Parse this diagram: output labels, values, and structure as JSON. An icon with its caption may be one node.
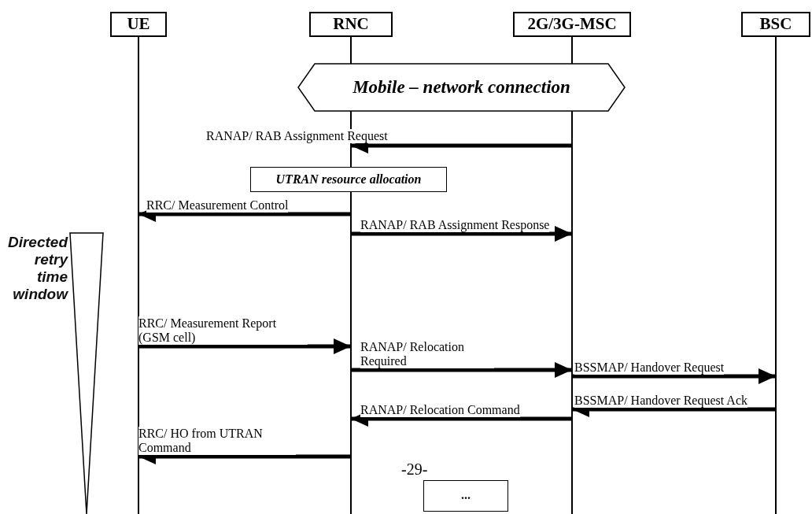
{
  "diagram": {
    "nodes": [
      {
        "text": [
          "UE"
        ]
      },
      {
        "text": [
          "RNC"
        ]
      },
      {
        "text": [
          "2G/3G-MSC"
        ]
      },
      {
        "text": [
          "BSC"
        ]
      },
      {
        "text": [
          "Mobile – network connection"
        ]
      },
      {
        "text": [
          "UTRAN resource allocation"
        ]
      },
      {
        "text": [],
        "shape": "triangle",
        "beside": [
          "Directed retry time window"
        ]
      },
      {
        "text": [
          "..."
        ]
      }
    ],
    "edges": [
      {
        "from": 2,
        "to": 1,
        "arrow": "to",
        "label": "RANAP/ RAB Assignment Request"
      },
      {
        "from": 1,
        "to": 0,
        "arrow": "to",
        "label": "RRC/ Measurement Control"
      },
      {
        "from": 1,
        "to": 2,
        "arrow": "to",
        "label": "RANAP/ RAB Assignment Response"
      },
      {
        "from": 0,
        "to": 1,
        "arrow": "to",
        "label": "RRC/ Measurement Report (GSM cell)"
      },
      {
        "from": 1,
        "to": 2,
        "arrow": "to",
        "label": "RANAP/ Relocation Required"
      },
      {
        "from": 2,
        "to": 3,
        "arrow": "to",
        "label": "BSSMAP/ Handover Request"
      },
      {
        "from": 3,
        "to": 2,
        "arrow": "to",
        "label": "BSSMAP/ Handover Request Ack"
      },
      {
        "from": 2,
        "to": 1,
        "arrow": "to",
        "label": "RANAP/ Relocation Command"
      },
      {
        "from": 1,
        "to": 0,
        "arrow": "to",
        "label": "RRC/ HO from UTRAN Command"
      }
    ],
    "labels": [
      "-29-"
    ]
  }
}
